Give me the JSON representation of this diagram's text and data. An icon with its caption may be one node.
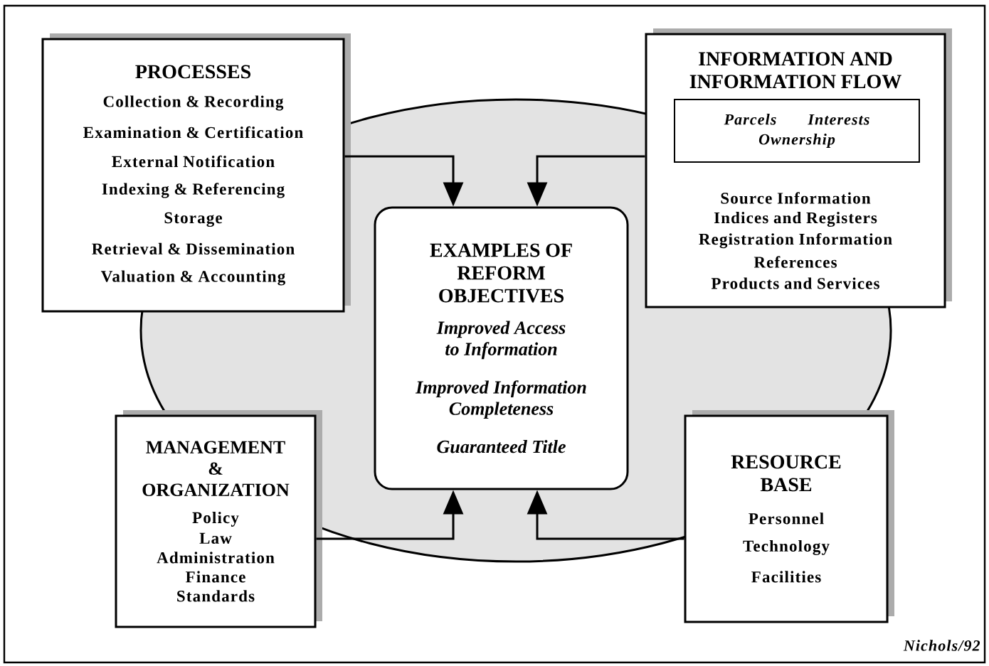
{
  "diagram": {
    "nodes": [
      {
        "text": [
          "PROCESSES",
          "Collection & Recording",
          "Examination & Certification",
          "External Notification",
          "Indexing & Referencing",
          "Storage",
          "Retrieval & Dissemination",
          "Valuation & Accounting"
        ]
      },
      {
        "text": [
          "INFORMATION AND INFORMATION FLOW",
          "Source Information",
          "Indices and Registers",
          "Registration Information",
          "References",
          "Products and Services"
        ]
      },
      {
        "text": [
          "Parcels",
          "Interests",
          "Ownership"
        ],
        "in": 1
      },
      {
        "text": [
          "EXAMPLES OF REFORM OBJECTIVES",
          "Improved Access to Information",
          "Improved Information Completeness",
          "Guaranteed Title"
        ]
      },
      {
        "text": [
          "MANAGEMENT & ORGANIZATION",
          "Policy",
          "Law",
          "Administration",
          "Finance",
          "Standards"
        ]
      },
      {
        "text": [
          "RESOURCE BASE",
          "Personnel",
          "Technology",
          "Facilities"
        ]
      }
    ],
    "edges": [
      {
        "from": 0,
        "to": 3,
        "arrow": "to"
      },
      {
        "from": 1,
        "to": 3,
        "arrow": "to"
      },
      {
        "from": 4,
        "to": 3,
        "arrow": "to"
      },
      {
        "from": 5,
        "to": 3,
        "arrow": "to"
      }
    ],
    "labels": [
      "Nichols/92"
    ]
  }
}
